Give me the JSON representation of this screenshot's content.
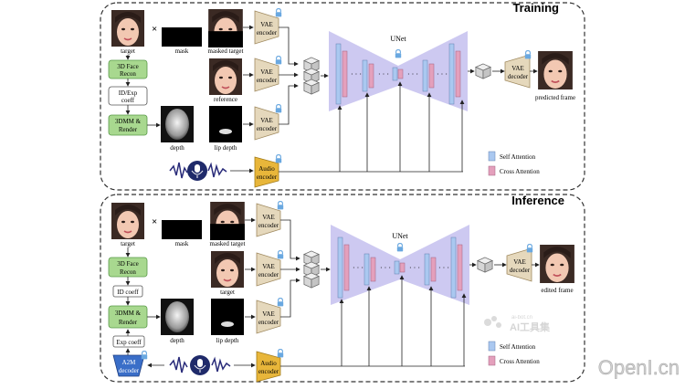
{
  "training": {
    "title": "Training",
    "labels": {
      "target": "target",
      "mask": "mask",
      "masked_target": "masked target",
      "reference": "reference",
      "depth": "depth",
      "lip_depth": "lip depth",
      "unet": "UNet",
      "predicted_frame": "predicted frame",
      "self_attention": "Self Attention",
      "cross_attention": "Cross Attention"
    },
    "modules": {
      "face_recon_l1": "3D Face",
      "face_recon_l2": "Recon",
      "id_exp_l1": "ID/Exp",
      "id_exp_l2": "coeff",
      "render_l1": "3DMM &",
      "render_l2": "Render",
      "vae": "VAE",
      "encoder": "encoder",
      "decoder": "decoder",
      "audio": "Audio"
    }
  },
  "inference": {
    "title": "Inference",
    "labels": {
      "target": "target",
      "mask": "mask",
      "masked_target": "masked target",
      "target2": "target",
      "depth": "depth",
      "lip_depth": "lip depth",
      "unet": "UNet",
      "edited_frame": "edited frame",
      "self_attention": "Self Attention",
      "cross_attention": "Cross Attention"
    },
    "modules": {
      "face_recon_l1": "3D Face",
      "face_recon_l2": "Recon",
      "id_coeff": "ID coeff",
      "render_l1": "3DMM &",
      "render_l2": "Render",
      "exp_coeff": "Exp coeff",
      "a2m_l1": "A2M",
      "a2m_l2": "decoder",
      "vae": "VAE",
      "encoder": "encoder",
      "decoder": "decoder",
      "audio": "Audio"
    }
  },
  "watermarks": {
    "site_small": "ai-bot.cn",
    "site_cn": "AI工具集",
    "openi": "OpenI.cn"
  },
  "colors": {
    "green_box": "#a8d88f",
    "vae_box": "#e5d8bc",
    "audio_box": "#e8b63a",
    "unet": "#c4c0ee",
    "self_attn": "#aac8f0",
    "cross_attn": "#e4a0bc",
    "lock": "#6aa8e0",
    "a2m": "#3a6ec8"
  }
}
